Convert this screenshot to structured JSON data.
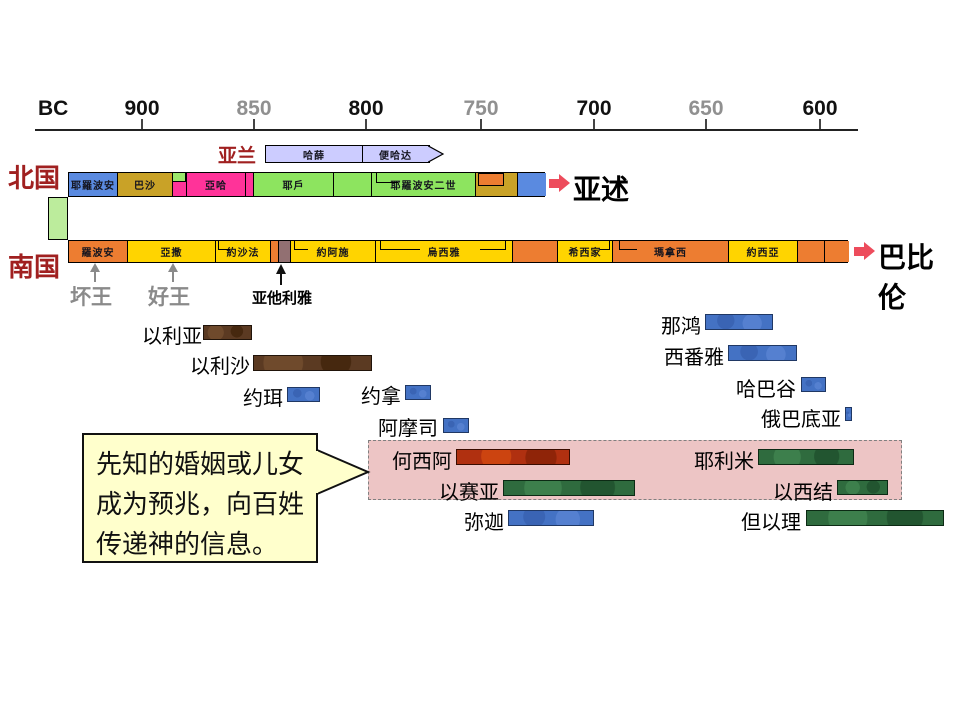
{
  "axis": {
    "era_label": "BC",
    "ticks": [
      {
        "label": "900",
        "emphasis": "strong"
      },
      {
        "label": "850",
        "emphasis": "muted"
      },
      {
        "label": "800",
        "emphasis": "strong"
      },
      {
        "label": "750",
        "emphasis": "muted"
      },
      {
        "label": "700",
        "emphasis": "strong"
      },
      {
        "label": "650",
        "emphasis": "muted"
      },
      {
        "label": "600",
        "emphasis": "strong"
      }
    ]
  },
  "aram": {
    "title": "亚兰",
    "kings": [
      "哈薛",
      "便哈达"
    ]
  },
  "north_kingdom": {
    "title": "北国",
    "kings": [
      "耶羅波安",
      "巴沙",
      "亞哈",
      "耶戶",
      "耶羅波安二世"
    ],
    "conqueror": "亚述"
  },
  "south_kingdom": {
    "title": "南国",
    "kings": [
      "羅波安",
      "亞撒",
      "約沙法",
      "約阿施",
      "烏西雅",
      "希西家",
      "瑪拿西",
      "約西亞"
    ],
    "conqueror": "巴比伦"
  },
  "legend": {
    "bad_king": "坏王",
    "good_king": "好王",
    "athaliah": "亚他利雅"
  },
  "prophets": {
    "elijah": "以利亚",
    "elisha": "以利沙",
    "joel": "约珥",
    "jonah": "约拿",
    "amos": "阿摩司",
    "nahum": "那鸿",
    "zephaniah": "西番雅",
    "habakkuk": "哈巴谷",
    "obadiah": "俄巴底亚",
    "hosea": "何西阿",
    "isaiah": "以赛亚",
    "micah": "弥迦",
    "jeremiah": "耶利米",
    "ezekiel": "以西结",
    "daniel": "但以理"
  },
  "callout": {
    "lines": [
      "先知的婚姻或儿女",
      "成为预兆，向百姓",
      "传递神的信息。"
    ]
  },
  "colors": {
    "kingdom_title": "#A02020",
    "axis_muted": "#909090",
    "aram_bar": "#CCCCFF",
    "king_blue": "#5A8AE0",
    "king_gold": "#C9A227",
    "king_pink": "#FF3399",
    "king_green": "#8DE45F",
    "king_orange": "#ED7D31",
    "king_yellow": "#FFD400",
    "athaliah_segment": "#927072",
    "united_kingdom_green": "#BCEC9C",
    "prophet_blue": "#4472C4",
    "prophet_brown": "#5B3A22",
    "prophet_red": "#B03010",
    "prophet_green": "#2F6B3E",
    "callout_bg": "#FFFFCC",
    "prophet_box_bg": "#EDC5C5",
    "arrow_red": "#ED4C5C"
  }
}
